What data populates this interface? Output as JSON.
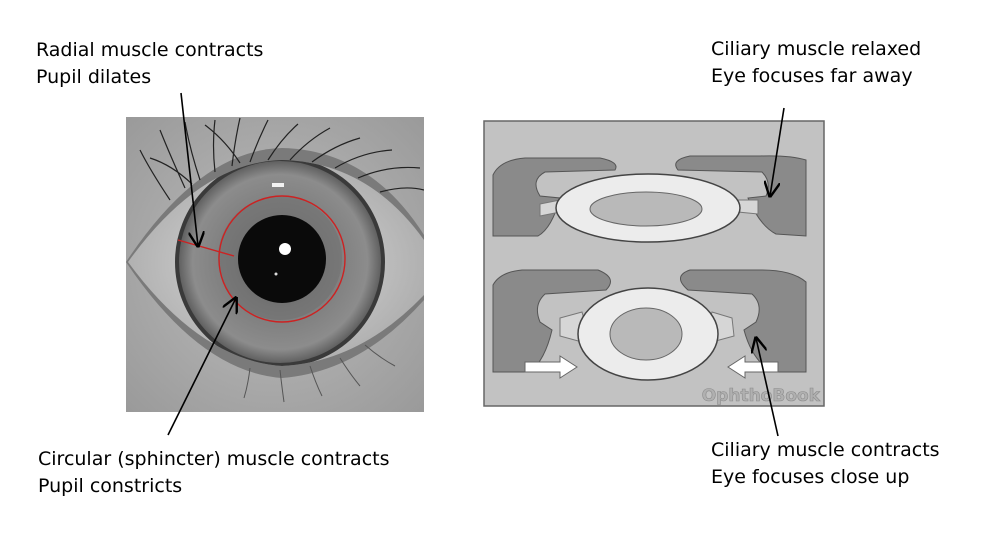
{
  "labels": {
    "radial": {
      "line1": "Radial muscle contracts",
      "line2": "Pupil dilates"
    },
    "circular": {
      "line1": "Circular (sphincter) muscle contracts",
      "line2": "Pupil constricts"
    },
    "ciliary_relaxed": {
      "line1": "Ciliary muscle relaxed",
      "line2": "Eye focuses far away"
    },
    "ciliary_contracts": {
      "line1": "Ciliary muscle contracts",
      "line2": "Eye focuses close up"
    }
  },
  "watermark": "OphthoBook",
  "colors": {
    "annotation_circle": "#cc2222",
    "arrow": "#000000",
    "panel_background": "#c2c2c2",
    "muscle_dark": "#8a8a8a",
    "lens_body": "#ececec",
    "lens_nucleus": "#b9b9b9"
  }
}
